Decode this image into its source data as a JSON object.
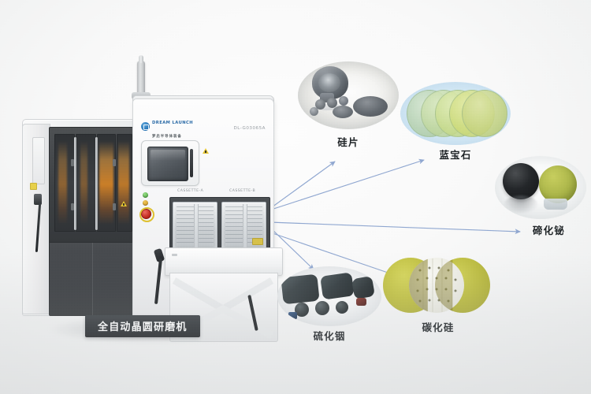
{
  "scene": {
    "background_color": "#f4f5f5",
    "caption": "全自动晶圆研磨机"
  },
  "machine": {
    "brand_en": "DREAM LAUNCH",
    "brand_cn": "梦启半导体装备",
    "model_no": "DL-G03065A",
    "cassette_a_label": "CASSETTE-A",
    "cassette_b_label": "CASSETTE-B",
    "logo_icon": "circular-emblem-icon",
    "hmi_icon": "touchscreen-panel-icon",
    "estop_icon": "emergency-stop-icon",
    "warning_icon": "warning-triangle-icon"
  },
  "samples": [
    {
      "id": "silicon",
      "label": "硅片",
      "icon": "silicon-wafer-photo",
      "colors": [
        "#6f767d",
        "#4b5157",
        "#e9e9e6"
      ]
    },
    {
      "id": "sapphire",
      "label": "蓝宝石",
      "icon": "sapphire-wafer-photo",
      "colors": [
        "#cfe6f4",
        "#c9d98f",
        "#a8c77f"
      ]
    },
    {
      "id": "bismuth-telluride",
      "label": "碲化铋",
      "icon": "bismuth-telluride-wafer-photo",
      "colors": [
        "#232629",
        "#aeb84a"
      ]
    },
    {
      "id": "silicon-carbide",
      "label": "碳化硅",
      "icon": "silicon-carbide-wafer-photo",
      "colors": [
        "#c6c63f",
        "#b0b03a",
        "#f2f2ee"
      ]
    },
    {
      "id": "indium-sulfide",
      "label": "硫化铟",
      "icon": "indium-sulfide-wafer-photo",
      "colors": [
        "#3b4448",
        "#2a3135",
        "#e9ebec"
      ]
    }
  ],
  "arrows": {
    "color": "#8ba4d0",
    "count": 5,
    "origin_label": "machine-load-port"
  }
}
